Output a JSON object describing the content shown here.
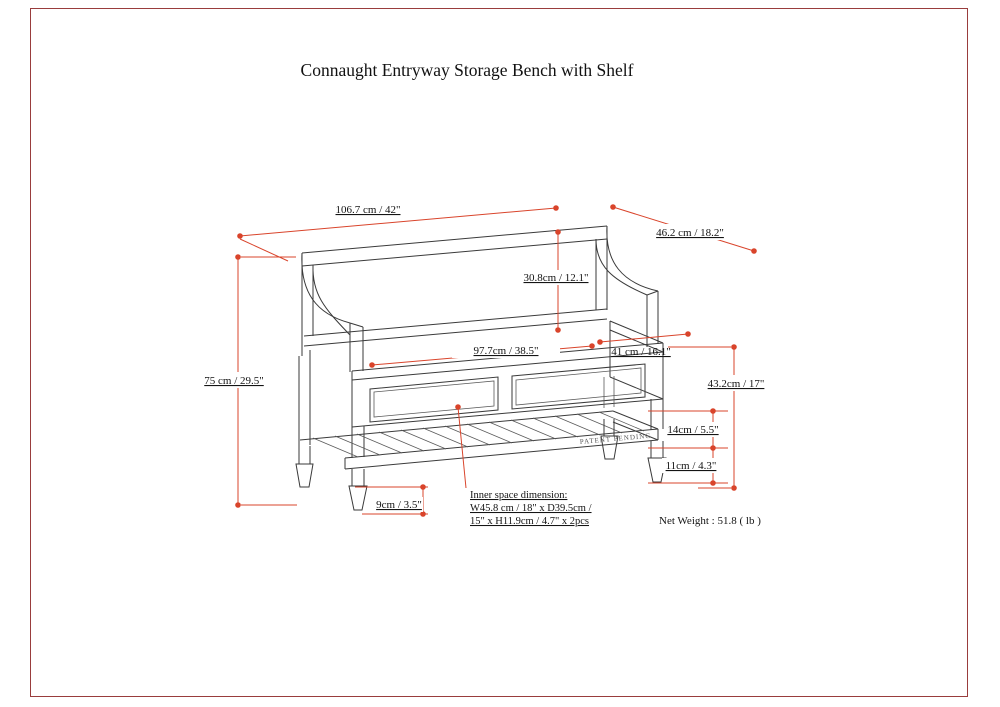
{
  "page": {
    "title": "Connaught Entryway Storage Bench with Shelf"
  },
  "dimensions": {
    "overall_width": "106.7 cm / 42\"",
    "overall_depth": "46.2 cm / 18.2\"",
    "back_height": "30.8cm / 12.1\"",
    "inner_width": "97.7cm / 38.5\"",
    "seat_depth": "41 cm / 16.1\"",
    "overall_height": "75 cm / 29.5\"",
    "seat_height": "43.2cm / 17\"",
    "storage_height": "14cm / 5.5\"",
    "shelf_clearance": "11cm / 4.3\"",
    "leg_height": "9cm / 3.5\""
  },
  "inner_space": {
    "line1": "Inner space dimension:",
    "line2": "W45.8 cm / 18\" x D39.5cm /",
    "line3": "15\" x H11.9cm / 4.7\" x 2pcs"
  },
  "net_weight": "Net Weight : 51.8 ( lb )",
  "watermark": "PATENT PENDING",
  "colors": {
    "dimension_red": "#d9442b",
    "frame_border": "#993d3d",
    "line_art": "#3a3a3a"
  }
}
